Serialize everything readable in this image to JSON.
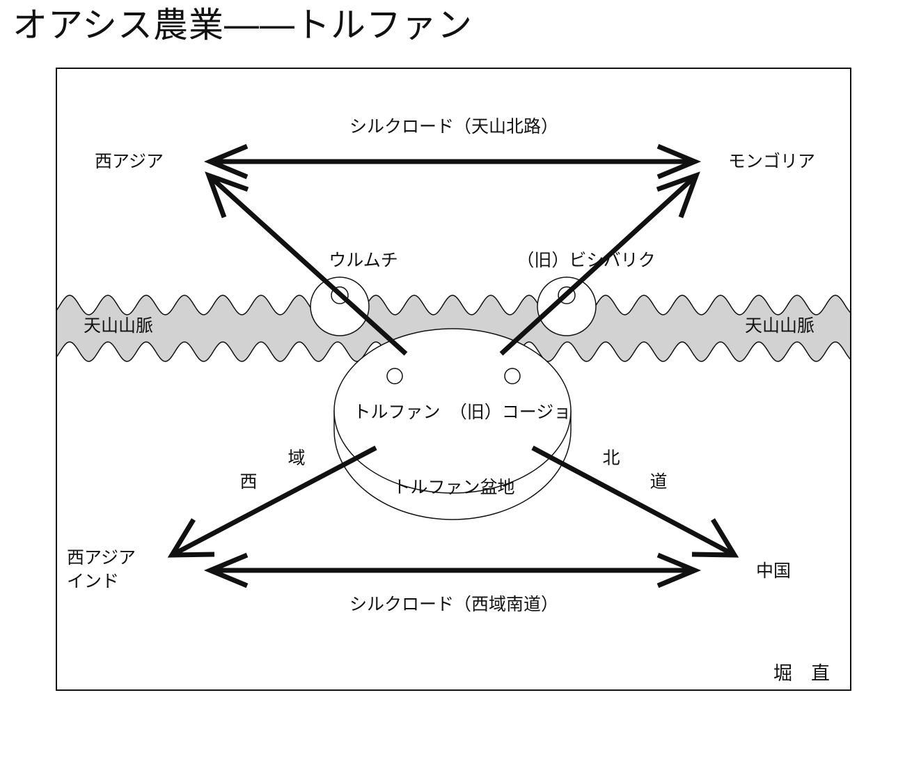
{
  "title": "オアシス農業――トルファン",
  "regions": {
    "west_asia_top": "西アジア",
    "mongolia": "モンゴリア",
    "west_asia_india_line1": "西アジア",
    "west_asia_india_line2": "インド",
    "china": "中国"
  },
  "routes": {
    "tianshan_north_road": "シルクロード（天山北路）",
    "western_regions_south_road": "シルクロード（西域南道）",
    "xiyu_char1": "西",
    "xiyu_char2": "域",
    "beidao_char1": "北",
    "beidao_char2": "道"
  },
  "places": {
    "urumqi": "ウルムチ",
    "old_beshbalik": "（旧）ビシバリク",
    "turfan": "トルファン",
    "old_gaochang": "（旧）コージョ",
    "turfan_basin": "トルファン盆地"
  },
  "mountains": {
    "left": "天山山脈",
    "right": "天山山脈"
  },
  "author": "堀　直",
  "colors": {
    "mountain_fill": "#d2d2d2",
    "stroke": "#111111",
    "background": "#ffffff"
  }
}
